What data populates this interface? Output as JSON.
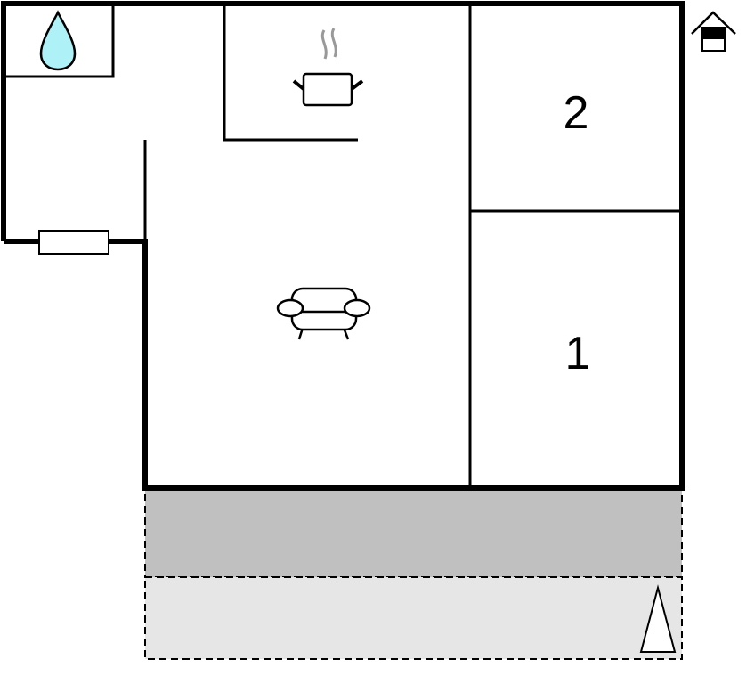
{
  "floorplan": {
    "rooms": [
      {
        "id": "bathroom",
        "icon": "water-drop-icon"
      },
      {
        "id": "kitchen",
        "icon": "cooking-pot-icon"
      },
      {
        "id": "living-room",
        "icon": "sofa-icon"
      },
      {
        "id": "bedroom-2",
        "label": "2"
      },
      {
        "id": "bedroom-1",
        "label": "1"
      },
      {
        "id": "terrace-covered"
      },
      {
        "id": "terrace-open",
        "icon": "tree-icon"
      }
    ],
    "legend_icon": "house-icon",
    "colors": {
      "water": "#aef2f8",
      "terrace_covered": "#c0c0c0",
      "terrace_open": "#e6e6e6",
      "steam": "#999999"
    }
  }
}
